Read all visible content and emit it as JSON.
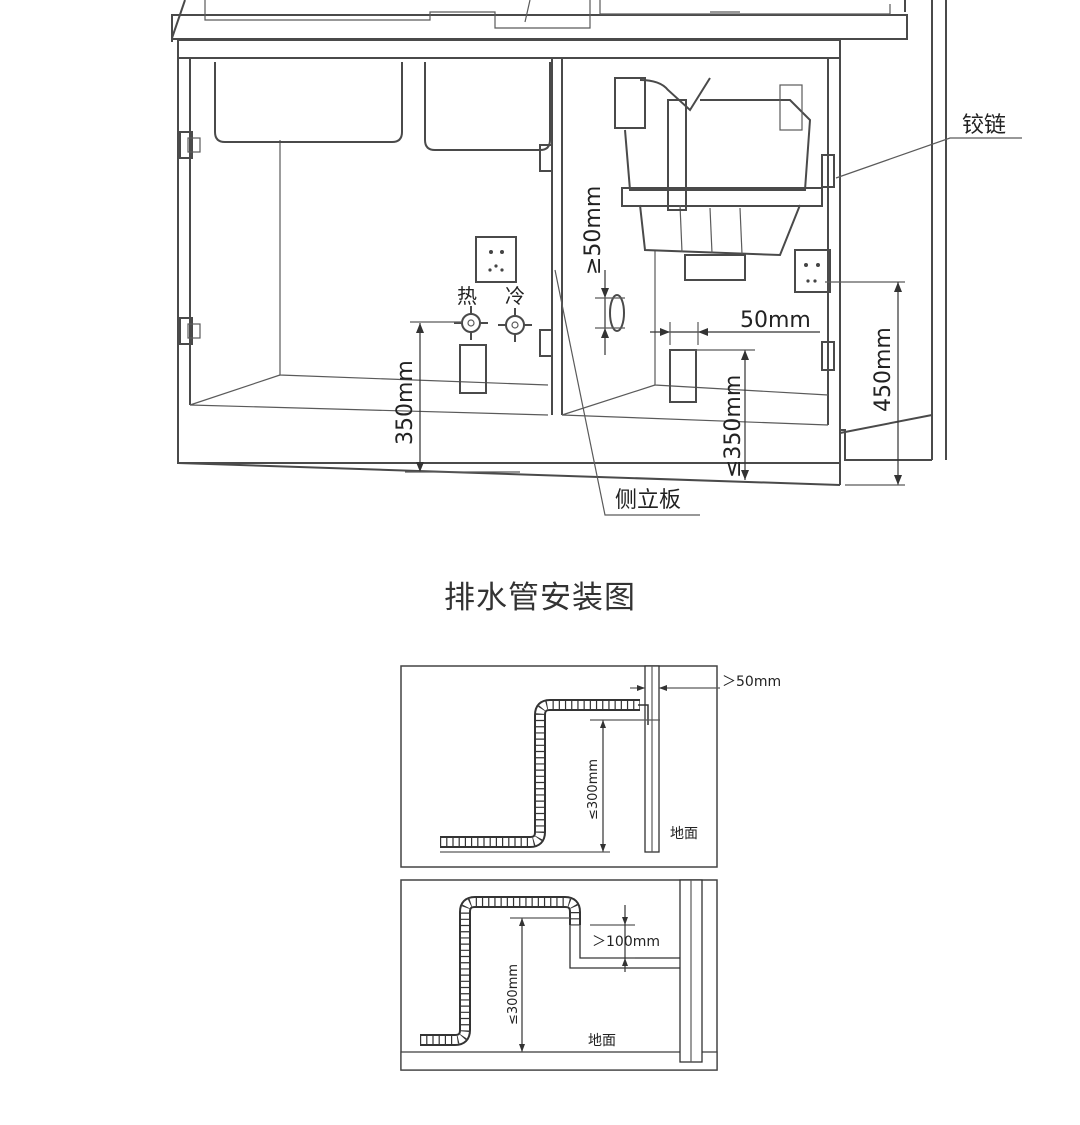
{
  "cabinet": {
    "hinge_label": "铰链",
    "side_panel_label": "侧立板",
    "hot_label": "热",
    "cold_label": "冷",
    "dim_gap": "≥50mm",
    "dim_50": "50mm",
    "dim_350_left": "350mm",
    "dim_350_right": "≤350mm",
    "dim_450": "450mm"
  },
  "section_title": "排水管安装图",
  "drain_top": {
    "dim_wall_gap": "＞50mm",
    "dim_height": "≤300mm",
    "floor_label": "地面"
  },
  "drain_bottom": {
    "dim_gap": "＞100mm",
    "dim_height": "≤300mm",
    "floor_label": "地面"
  },
  "colors": {
    "line": "#4a4a4a",
    "text": "#222222",
    "panel_bg": "#ffffff"
  }
}
